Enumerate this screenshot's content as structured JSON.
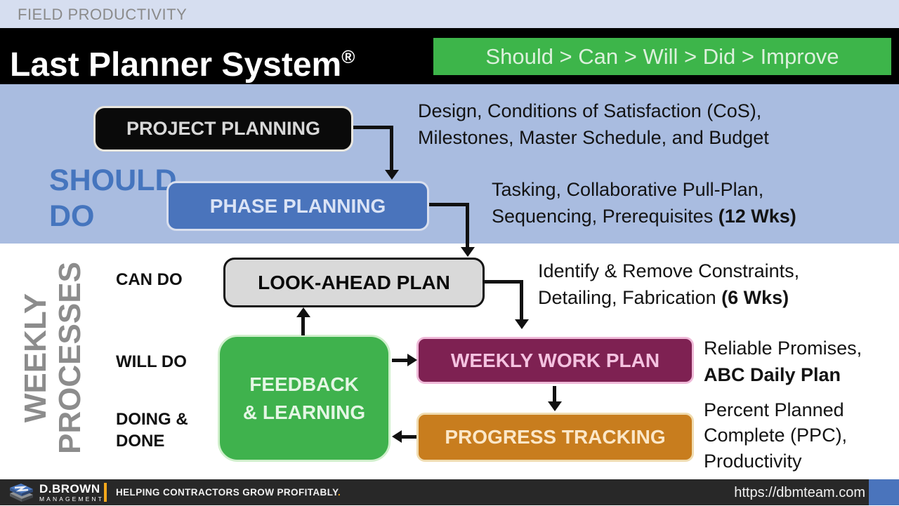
{
  "header": {
    "eyebrow": "FIELD PRODUCTIVITY",
    "title": "Last Planner System",
    "title_mark": "®",
    "mantra": "Should > Can > Will > Did > Improve"
  },
  "stages": {
    "should": {
      "line1": "SHOULD",
      "line2": "DO"
    },
    "weekly": {
      "line1": "WEEKLY",
      "line2": "PROCESSES"
    }
  },
  "row_labels": {
    "can_do": "CAN DO",
    "will_do": "WILL DO",
    "doing1": "DOING &",
    "doing2": "DONE"
  },
  "boxes": {
    "project": "PROJECT PLANNING",
    "phase": "PHASE PLANNING",
    "look_ahead": "LOOK-AHEAD PLAN",
    "feedback1": "FEEDBACK",
    "feedback2": "& LEARNING",
    "weekly_work": "WEEKLY WORK PLAN",
    "progress": "PROGRESS TRACKING"
  },
  "annotations": {
    "project": {
      "line1": "Design, Conditions of Satisfaction (CoS),",
      "line2": "Milestones, Master Schedule, and Budget"
    },
    "phase": {
      "line1": "Tasking, Collaborative Pull-Plan,",
      "line2": "Sequencing, Prerequisites ",
      "line2_bold": "(12 Wks)"
    },
    "look_ahead": {
      "line1": "Identify & Remove Constraints,",
      "line2": "Detailing, Fabrication ",
      "line2_bold": "(6 Wks)"
    },
    "weekly_work": {
      "line1": "Reliable Promises,",
      "line2_bold": "ABC Daily Plan"
    },
    "progress": {
      "line1": "Percent Planned",
      "line2": "Complete (PPC),",
      "line3": "Productivity"
    }
  },
  "footer": {
    "brand": "D.BROWN",
    "brand_sub": "MANAGEMENT",
    "tagline": "HELPING CONTRACTORS GROW PROFITABLY",
    "tagline_dot": ".",
    "url": "https://dbmteam.com"
  },
  "palette": {
    "top_strip": "#D6DEF0",
    "banner_bg": "#000000",
    "mantra_green": "#3DB54A",
    "should_zone_blue": "#A9BCE0",
    "should_text_blue": "#4575BE",
    "phase_blue": "#4A74BC",
    "look_ahead_gray": "#D9D9D9",
    "feedback_green": "#3FB24D",
    "weekly_magenta": "#7E2152",
    "progress_orange": "#C87D1E",
    "footer_bg": "#282828",
    "footer_gold": "#F5A81C",
    "footer_blue_cap": "#4A74BC"
  }
}
